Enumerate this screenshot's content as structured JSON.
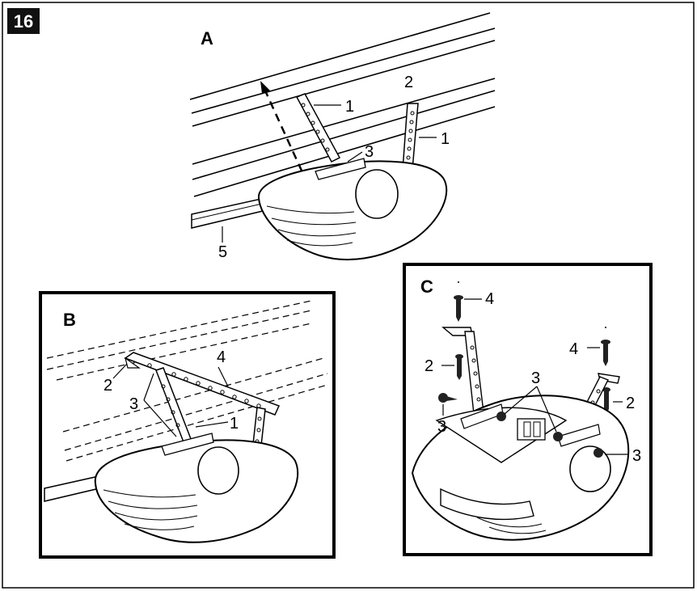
{
  "figure": {
    "step_number": "16",
    "panels": {
      "a": {
        "label": "A",
        "callouts": {
          "bracket_left": "1",
          "bracket_right": "1",
          "bracket_top": "2",
          "screws": "3",
          "rail": "5"
        }
      },
      "b": {
        "label": "B",
        "callouts": {
          "bracket": "2",
          "screws": "3",
          "angle_iron": "4",
          "strap": "1"
        }
      },
      "c": {
        "label": "C",
        "callouts": {
          "bolt_left": "4",
          "bolt_right": "4",
          "nut_left": "2",
          "nut_right": "2",
          "screw_left": "3",
          "screws_center": "3",
          "screw_right": "3"
        }
      }
    }
  }
}
